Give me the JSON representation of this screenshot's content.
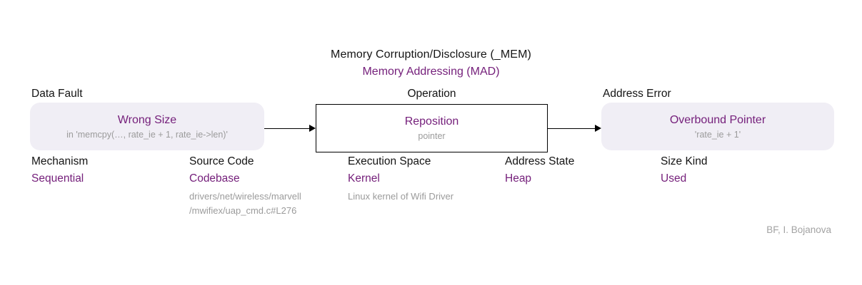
{
  "title": {
    "line1": "Memory Corruption/Disclosure (_MEM)",
    "line2": "Memory Addressing (MAD)"
  },
  "flow": {
    "nodes": [
      {
        "label": "Data Fault",
        "name": "Wrong Size",
        "detail": "in 'memcpy(…, rate_ie + 1, rate_ie->len)'",
        "style": "rounded"
      },
      {
        "label": "Operation",
        "name": "Reposition",
        "detail": "pointer",
        "style": "outlined"
      },
      {
        "label": "Address Error",
        "name": "Overbound Pointer",
        "detail": "'rate_ie + 1'",
        "style": "rounded"
      }
    ]
  },
  "attributes": [
    {
      "label": "Mechanism",
      "value": "Sequential",
      "notes": []
    },
    {
      "label": "Source Code",
      "value": "Codebase",
      "notes": [
        "drivers/net/wireless/marvell",
        "/mwifiex/uap_cmd.c#L276"
      ]
    },
    {
      "label": "Execution Space",
      "value": "Kernel",
      "notes": [
        "Linux kernel of Wifi Driver"
      ]
    },
    {
      "label": "Address State",
      "value": "Heap",
      "notes": []
    },
    {
      "label": "Size Kind",
      "value": "Used",
      "notes": []
    }
  ],
  "attribution": "BF, I. Bojanova",
  "colors": {
    "accent": "#75207B",
    "muted": "#9B9B9B",
    "node_fill": "#F0EEF5",
    "text": "#141414",
    "border": "#000000",
    "attribution": "#A3A3A3"
  }
}
